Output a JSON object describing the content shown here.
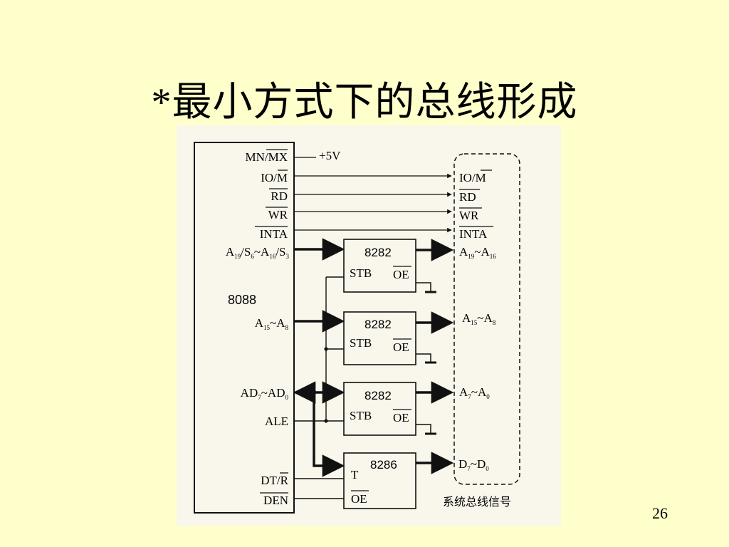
{
  "slide": {
    "title": "*最小方式下的总线形成",
    "page_number": "26"
  },
  "diagram": {
    "cpu": {
      "label": "8088",
      "pins": {
        "mnmx": "MN/MX",
        "iom": "IO/M",
        "rd": "RD",
        "wr": "WR",
        "inta": "INTA",
        "a19_s3": [
          "A",
          "19",
          "/S",
          "6",
          "~A",
          "16",
          "/S",
          "3"
        ],
        "a15_a8": [
          "A",
          "15",
          "~A",
          "8"
        ],
        "ad7_ad0": [
          "AD",
          "7",
          "~AD",
          "0"
        ],
        "ale": "ALE",
        "dtr": "DT/R",
        "den": "DEN"
      }
    },
    "supply": "+5V",
    "latches": [
      {
        "chip": "8282",
        "stb": "STB",
        "oe": "OE"
      },
      {
        "chip": "8282",
        "stb": "STB",
        "oe": "OE"
      },
      {
        "chip": "8282",
        "stb": "STB",
        "oe": "OE"
      }
    ],
    "transceiver": {
      "chip": "8286",
      "t": "T",
      "oe": "OE"
    },
    "bus": {
      "iom": "IO/M",
      "rd": "RD",
      "wr": "WR",
      "inta": "INTA",
      "a19_a16": [
        "A",
        "19",
        "~A",
        "16"
      ],
      "a15_a8": [
        "A",
        "15",
        "~A",
        "8"
      ],
      "a7_a0": [
        "A",
        "7",
        "~A",
        "0"
      ],
      "d7_d0": [
        "D",
        "7",
        "~D",
        "0"
      ],
      "caption": "系统总线信号"
    }
  }
}
